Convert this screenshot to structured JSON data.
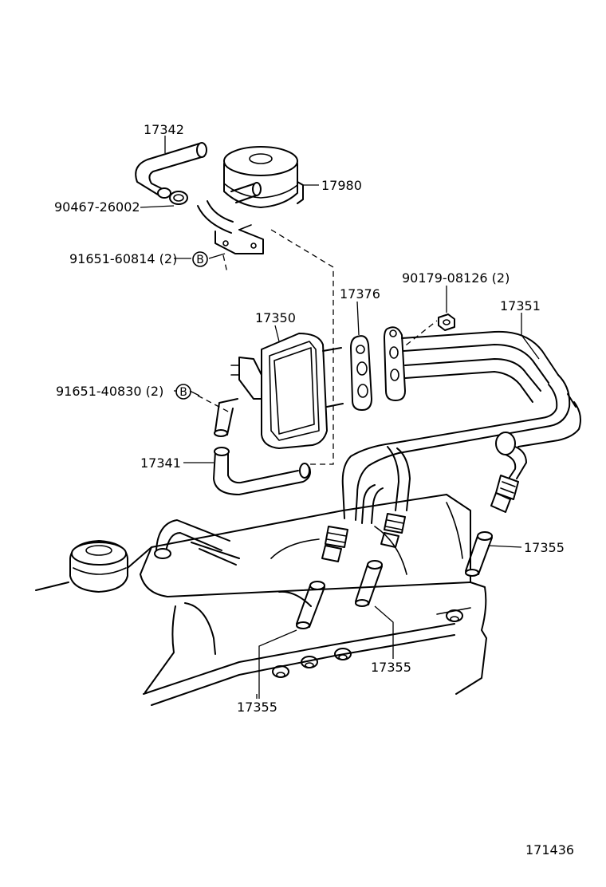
{
  "labels": {
    "p17342": "17342",
    "p17980": "17980",
    "p90467": "90467-26002",
    "p91651a": "91651-60814 (2)",
    "p17376": "17376",
    "p90179": "90179-08126 (2)",
    "p17351": "17351",
    "p17350": "17350",
    "p91651b": "91651-40830 (2)",
    "p17341": "17341",
    "p17355a": "17355",
    "p17355b": "17355",
    "p17355c": "17355",
    "diagram_number": "171436"
  },
  "markers": {
    "b1": "B",
    "b2": "B"
  }
}
